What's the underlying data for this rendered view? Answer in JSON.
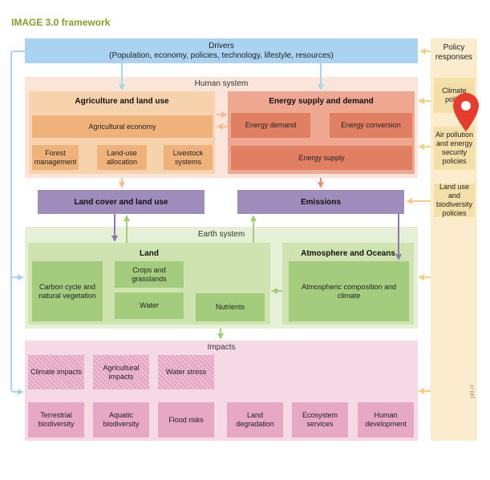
{
  "title": "IMAGE 3.0 framework",
  "drivers": {
    "label": "Drivers",
    "subtitle": "(Population, economy, policies, technology, lifestyle, resources)"
  },
  "policy": {
    "header": "Policy responses",
    "items": [
      "Climate policy",
      "Air pollution and energy security policies",
      "Land use and biodiversity policies"
    ]
  },
  "human_system": {
    "label": "Human system",
    "agri": {
      "title": "Agriculture and land use",
      "economy": "Agricultural economy",
      "boxes": [
        "Forest management",
        "Land-use allocation",
        "Livestock systems"
      ]
    },
    "energy": {
      "title": "Energy supply and demand",
      "demand": "Energy demand",
      "conversion": "Energy conversion",
      "supply": "Energy supply"
    }
  },
  "land_cover": "Land cover and land use",
  "emissions": "Emissions",
  "earth_system": {
    "label": "Earth system",
    "land": {
      "title": "Land",
      "carbon": "Carbon cycle and natural vegetation",
      "crops": "Crops and grasslands",
      "water": "Water",
      "nutrients": "Nutrients"
    },
    "atmos": {
      "title": "Atmosphere and Oceans",
      "composition": "Atmospheric composition and climate"
    }
  },
  "impacts": {
    "label": "Impacts",
    "row1": [
      "Climate impacts",
      "Agricultural impacts",
      "Water stress"
    ],
    "row2": [
      "Terrestrial biodiversity",
      "Aquatic biodiversity",
      "Flood risks",
      "Land degradation",
      "Ecosystem services",
      "Human development"
    ]
  },
  "watermark": "pbl.nl",
  "colors": {
    "title": "#8a9a2c",
    "drivers": "#a9d3f0",
    "policy_column": "#faeccc",
    "policy_box": "#f5dfa8",
    "human_bg": "#fbe4d9",
    "agri_bg": "#f6d3ac",
    "agri_box": "#eeb27a",
    "energy_bg": "#eea892",
    "energy_box": "#e07f62",
    "purple": "#9e8cbd",
    "earth_bg": "#e6f0d6",
    "earth_inner": "#cfe3b0",
    "earth_box": "#a3cd7c",
    "impacts_bg": "#f5dae6",
    "impacts_box": "#e6a8c3",
    "marker": "#e53c2e"
  }
}
